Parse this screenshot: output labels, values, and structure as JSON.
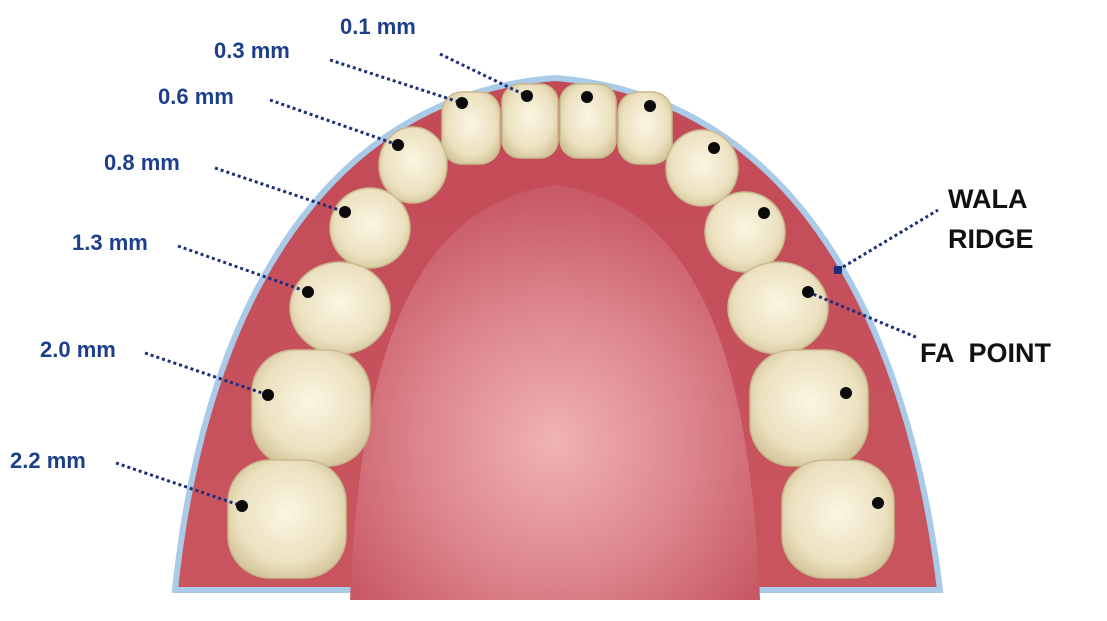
{
  "diagram": {
    "measurements": [
      {
        "id": "0_1",
        "label": "0.1 mm"
      },
      {
        "id": "0_3",
        "label": "0.3 mm"
      },
      {
        "id": "0_6",
        "label": "0.6 mm"
      },
      {
        "id": "0_8",
        "label": "0.8 mm"
      },
      {
        "id": "1_3",
        "label": "1.3 mm"
      },
      {
        "id": "2_0",
        "label": "2.0 mm"
      },
      {
        "id": "2_2",
        "label": "2.2 mm"
      }
    ],
    "wala_ridge": {
      "line1": "WALA",
      "line2": "RIDGE"
    },
    "fa_point": {
      "label": "FA  POINT"
    },
    "colors": {
      "label_blue": "#1d3f8a",
      "leader_blue": "#1d2e7a",
      "gum": "#c9545f",
      "palate": "#d77780",
      "ridge_outline": "#a9cbe8",
      "tooth": "#efe6c9",
      "dot": "#0b0b0b"
    }
  }
}
